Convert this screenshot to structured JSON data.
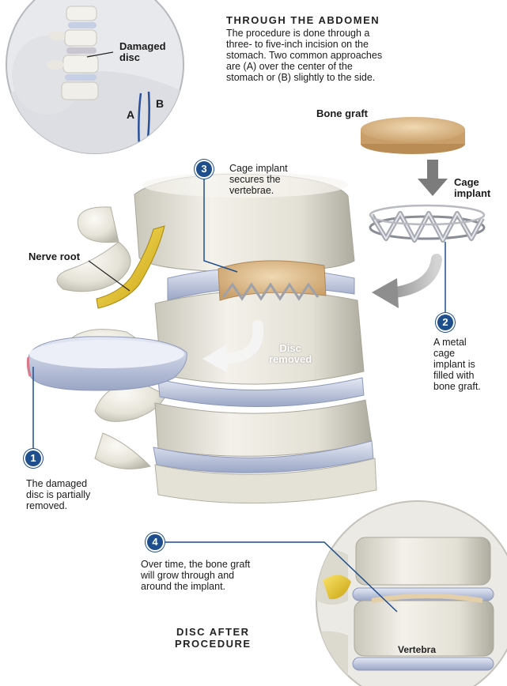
{
  "inset": {
    "damaged_disc_label": "Damaged\ndisc",
    "approach_a": "A",
    "approach_b": "B"
  },
  "intro": {
    "heading": "THROUGH THE ABDOMEN",
    "body": "The procedure is done through a\nthree- to five-inch incision on the\nstomach. Two common approaches\nare (A) over the center of the\nstomach or (B) slightly to the side."
  },
  "labels": {
    "bone_graft": "Bone graft",
    "cage_implant": "Cage\nimplant",
    "nerve_root": "Nerve root",
    "disc_removed": "Disc\nremoved",
    "vertebra": "Vertebra"
  },
  "steps": [
    {
      "number": "1",
      "text": "The damaged\ndisc is partially\nremoved."
    },
    {
      "number": "2",
      "text": "A metal\ncage\nimplant is\nfilled with\nbone graft."
    },
    {
      "number": "3",
      "text": "Cage implant\nsecures the\nvertebrae."
    },
    {
      "number": "4",
      "text": "Over time, the bone graft\nwill grow through and\naround the implant."
    }
  ],
  "after": {
    "heading": "DISC AFTER\nPROCEDURE"
  },
  "colors": {
    "callout_blue": "#1f4e8c",
    "bone": "#e9e6dc",
    "disc": "#c7cfe4",
    "nerve": "#e8c62a",
    "graft": "#d9b98a"
  }
}
